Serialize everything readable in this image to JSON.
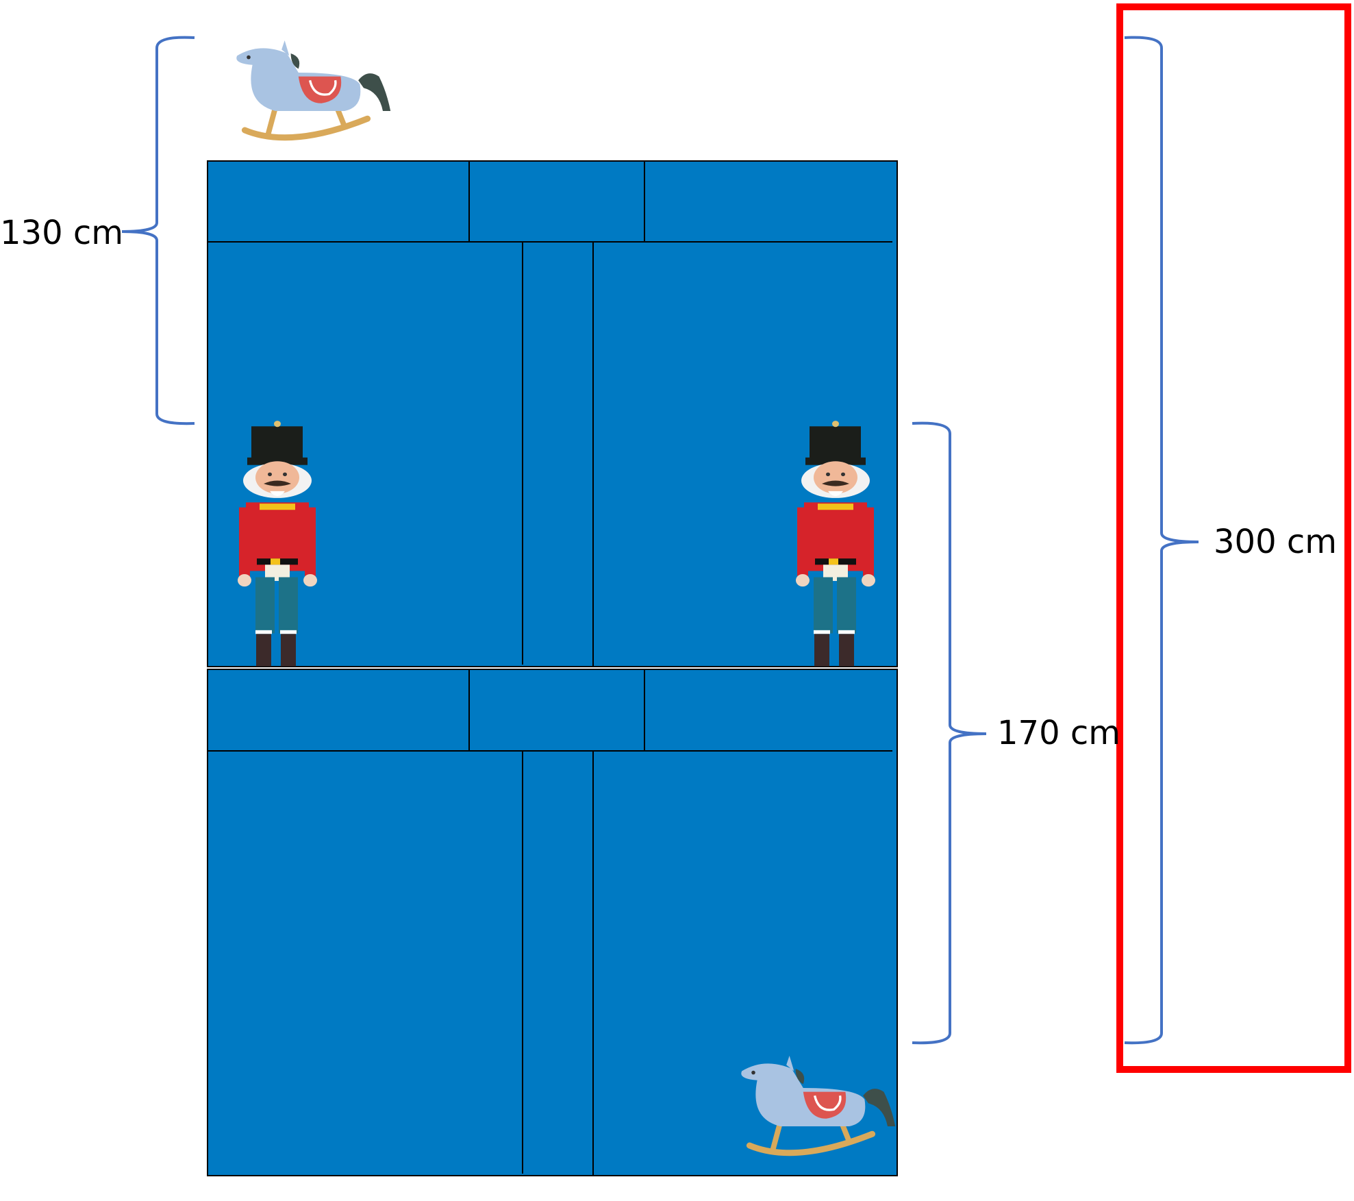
{
  "labels": {
    "top_height": "130 cm",
    "bottom_height": "170 cm",
    "total_height": "300 cm"
  },
  "colors": {
    "panel_blue": "#007AC3",
    "brace_blue": "#4472C4",
    "frame_red": "#FF0000"
  }
}
